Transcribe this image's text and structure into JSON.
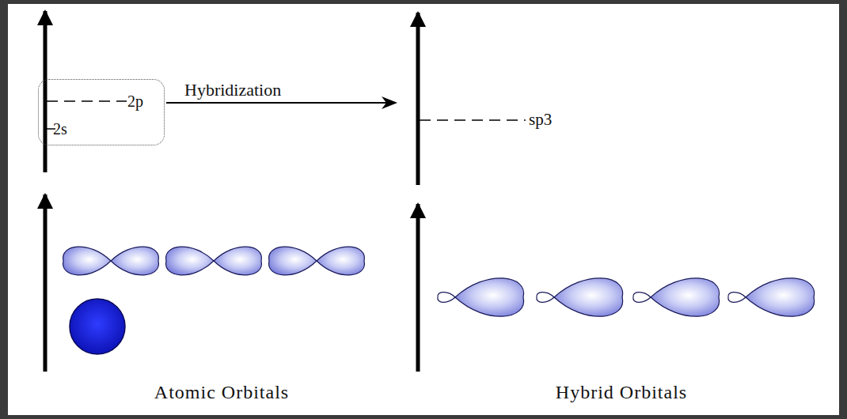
{
  "diagram": {
    "nodes": [
      {
        "text": [
          "2p",
          "2s"
        ]
      }
    ],
    "labels": [
      "Hybridization",
      "sp3",
      "Atomic Orbitals",
      "Hybrid Orbitals"
    ]
  }
}
